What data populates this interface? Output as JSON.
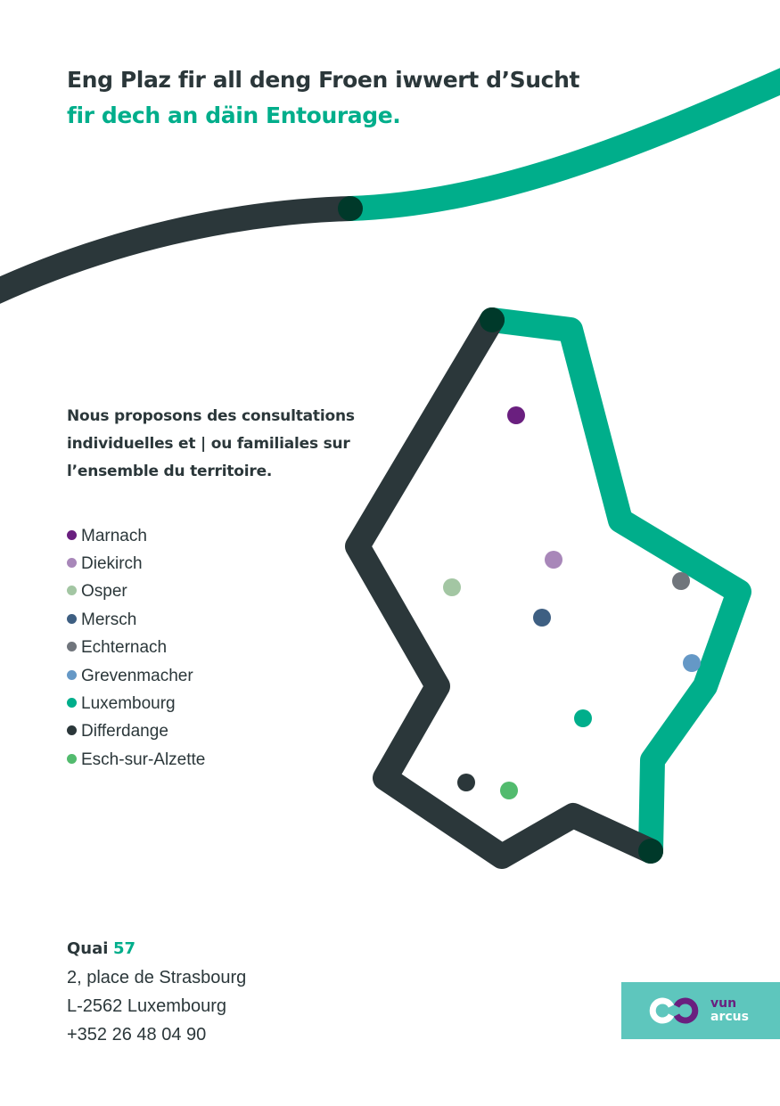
{
  "headline": {
    "line1": "Eng Plaz fir all deng Froen iwwert d’Sucht",
    "line2": "fir dech an däin Entourage."
  },
  "intro": {
    "text": "Nous proposons des consultations individuelles et | ou familiales sur l’ensemble du territoire."
  },
  "locations": [
    {
      "name": "Marnach",
      "color": "#6a1f7f"
    },
    {
      "name": "Diekirch",
      "color": "#a887b9"
    },
    {
      "name": "Osper",
      "color": "#a3c6a3"
    },
    {
      "name": "Mersch",
      "color": "#3e5f82"
    },
    {
      "name": "Echternach",
      "color": "#70757c"
    },
    {
      "name": "Grevenmacher",
      "color": "#6598c6"
    },
    {
      "name": "Luxembourg",
      "color": "#00ae8b"
    },
    {
      "name": "Differdange",
      "color": "#2b373a"
    },
    {
      "name": "Esch-sur-Alzette",
      "color": "#52bb6e"
    }
  ],
  "address": {
    "name": "Quai",
    "number": "57",
    "street": "2, place de Strasbourg",
    "city": "L-2562 Luxembourg",
    "phone": "+352 26 48 04 90"
  },
  "logo": {
    "word1": "vun",
    "word2": "arcus",
    "background": "#5ec6bd"
  },
  "colors": {
    "dark": "#2b373a",
    "green": "#00ae8b",
    "joint": "#00392a"
  }
}
